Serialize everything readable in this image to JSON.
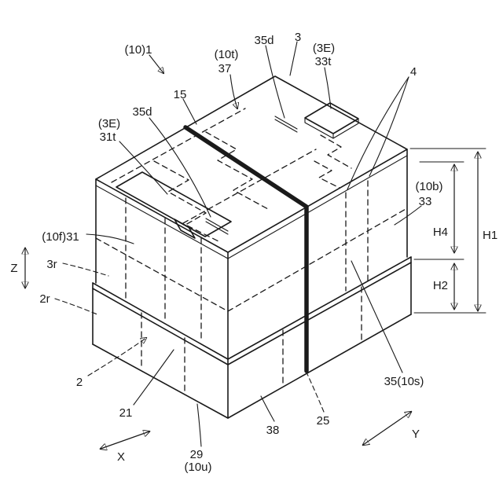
{
  "figure_type": "patent-line-drawing",
  "subject": "isometric packaging box with strap band, tray and dimension lines",
  "colors": {
    "line": "#1a1a1a",
    "background": "#ffffff"
  },
  "labels": {
    "ref_10_1": "(10)1",
    "ref_10t": "(10t)",
    "ref_37": "37",
    "ref_35d_top": "35d",
    "ref_3": "3",
    "ref_3e_top": "(3E)",
    "ref_33t": "33t",
    "ref_4": "4",
    "ref_15": "15",
    "ref_35d_left": "35d",
    "ref_3e_left": "(3E)",
    "ref_31t": "31t",
    "ref_10b": "(10b)",
    "ref_33": "33",
    "dim_H4": "H4",
    "dim_H1": "H1",
    "dim_H2": "H2",
    "ref_10f_31": "(10f)31",
    "ref_3r": "3r",
    "ref_2r": "2r",
    "axis_z": "Z",
    "ref_2": "2",
    "ref_21": "21",
    "ref_29": "29",
    "ref_10u": "(10u)",
    "axis_x": "X",
    "ref_38": "38",
    "ref_25": "25",
    "ref_35_10s": "35(10s)",
    "axis_y": "Y"
  }
}
